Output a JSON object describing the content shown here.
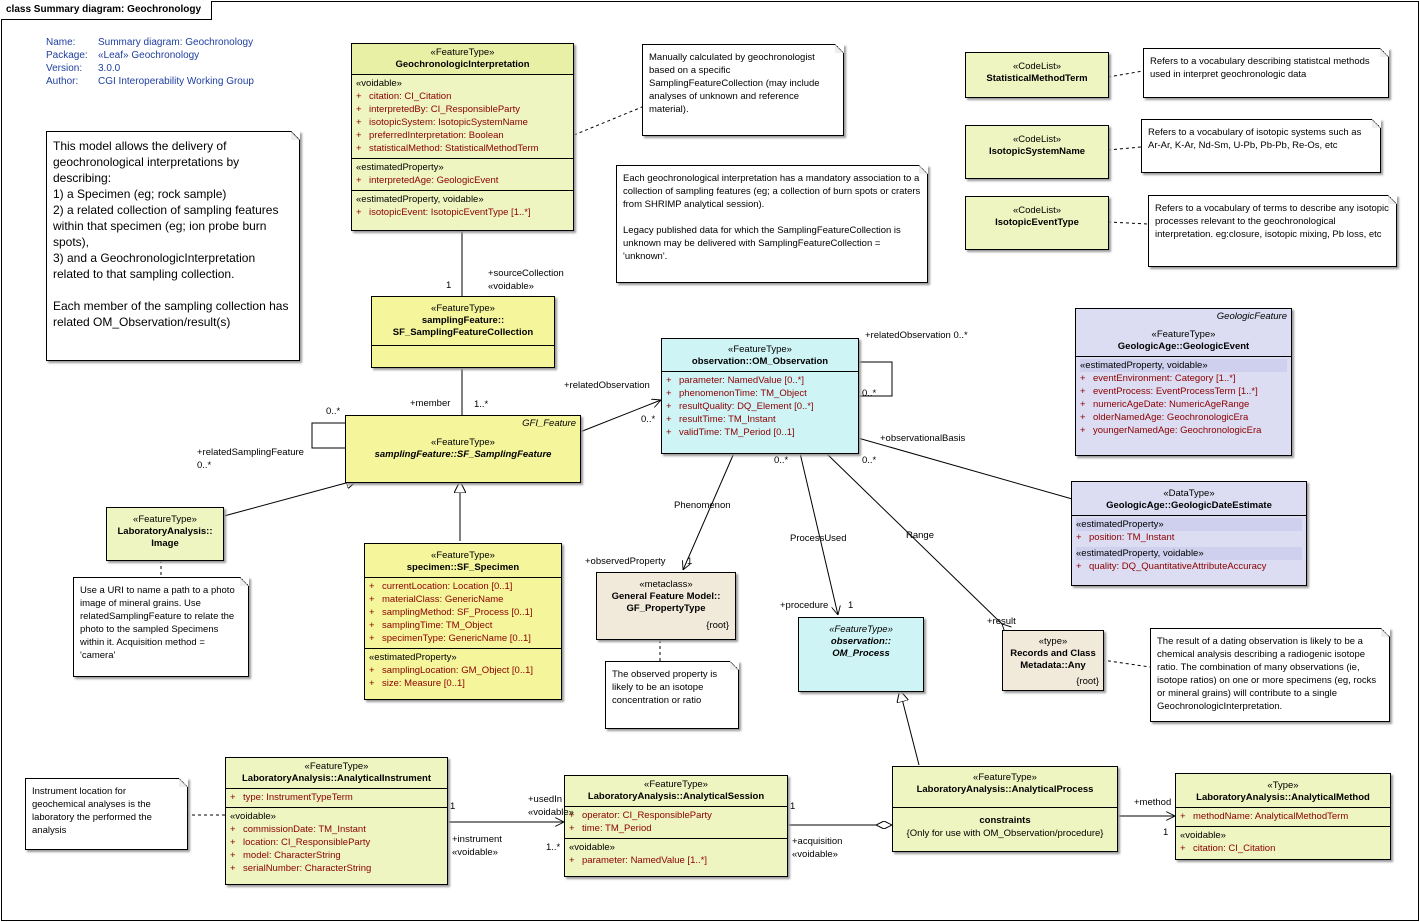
{
  "frame_title": "class Summary diagram: Geochronology",
  "header": {
    "name_k": "Name:",
    "name_v": "Summary diagram: Geochronology",
    "package_k": "Package:",
    "package_v": "«Leaf» Geochronology",
    "version_k": "Version:",
    "version_v": "3.0.0",
    "author_k": "Author:",
    "author_v": "CGI Interoperability Working Group"
  },
  "notes": {
    "model": "This model allows the delivery of geochronological interpretations by describing:\n1) a Specimen (eg; rock sample)\n2) a related collection of sampling features within that specimen (eg; ion probe burn spots),\n3) and a GeochronologicInterpretation related to that sampling collection.\n\nEach member of the sampling collection has related OM_Observation/result(s)",
    "manual": "Manually calculated by geochronologist based on a specific SamplingFeatureCollection (may include analyses of unknown and reference material).",
    "mandatory": "Each geochronological interpretation has a mandatory association to a collection of sampling features (eg; a collection of burn spots or craters from SHRIMP analytical session).\n\nLegacy published data for which the SamplingFeatureCollection is unknown may be delivered with SamplingFeatureCollection = 'unknown'.",
    "stat": "Refers to a vocabulary describing statistcal methods used in interpret geochronologic data",
    "iso_sys": "Refers to a vocabulary of isotopic systems such as Ar-Ar, K-Ar, Nd-Sm, U-Pb, Pb-Pb, Re-Os, etc",
    "iso_evt": "Refers to a vocabulary of terms to describe any isotopic processes relevant to the geochronological interpretation. eg:closure, isotopic mixing, Pb loss, etc",
    "uri": "Use a URI to name a path to a photo image of mineral grains. Use relatedSamplingFeature to relate the photo to the sampled Specimens within it. Acquisition method = 'camera'",
    "observed": "The observed property is likely to be an isotope concentration or ratio",
    "result": "The result of a dating observation is likely to be a chemical analysis describing a radiogenic isotope ratio.  The combination of many observations (ie, isotope ratios) on one or more specimens (eg, rocks or mineral grains) will contribute to a single GeochronologicInterpretation.",
    "instrument": "Instrument location for geochemical analyses is the laboratory the performed the analysis"
  },
  "classes": {
    "geoint": {
      "stereo": "«FeatureType»",
      "name": "GeochronologicInterpretation",
      "s1": "«voidable»",
      "a1": [
        "citation:  CI_Citation",
        "interpretedBy:  CI_ResponsibleParty",
        "isotopicSystem:  IsotopicSystemName",
        "preferredInterpretation:  Boolean",
        "statisticalMethod:  StatisticalMethodTerm"
      ],
      "s2": "«estimatedProperty»",
      "a2": [
        "interpretedAge:  GeologicEvent"
      ],
      "s3": "«estimatedProperty, voidable»",
      "a3": [
        "isotopicEvent:  IsotopicEventType [1..*]"
      ]
    },
    "sfcoll": {
      "stereo": "«FeatureType»",
      "name1": "samplingFeature::",
      "name2": "SF_SamplingFeatureCollection"
    },
    "sfsamp": {
      "abstract": "GFI_Feature",
      "stereo": "«FeatureType»",
      "name": "samplingFeature::SF_SamplingFeature"
    },
    "image": {
      "stereo": "«FeatureType»",
      "name1": "LaboratoryAnalysis::",
      "name2": "Image"
    },
    "specimen": {
      "stereo": "«FeatureType»",
      "name": "specimen::SF_Specimen",
      "a1": [
        "currentLocation:  Location [0..1]",
        "materialClass:  GenericName",
        "samplingMethod:  SF_Process [0..1]",
        "samplingTime:  TM_Object",
        "specimenType:  GenericName [0..1]"
      ],
      "s2": "«estimatedProperty»",
      "a2": [
        "samplingLocation:  GM_Object [0..1]",
        "size:  Measure [0..1]"
      ]
    },
    "omobs": {
      "stereo": "«FeatureType»",
      "name": "observation::OM_Observation",
      "a1": [
        "parameter:  NamedValue [0..*]",
        "phenomenonTime:  TM_Object",
        "resultQuality:  DQ_Element [0..*]",
        "resultTime:  TM_Instant",
        "validTime:  TM_Period [0..1]"
      ]
    },
    "propType": {
      "stereo": "«metaclass»",
      "name1": "General Feature Model::",
      "name2": "GF_PropertyType",
      "root": "{root}"
    },
    "omproc": {
      "stereo": "«FeatureType»",
      "name1": "observation::",
      "name2": "OM_Process"
    },
    "anyType": {
      "stereo": "«type»",
      "name1": "Records and Class",
      "name2": "Metadata::Any",
      "root": "{root}"
    },
    "statTerm": {
      "stereo": "«CodeList»",
      "name": "StatisticalMethodTerm"
    },
    "isoSys": {
      "stereo": "«CodeList»",
      "name": "IsotopicSystemName"
    },
    "isoEvt": {
      "stereo": "«CodeList»",
      "name": "IsotopicEventType"
    },
    "geoEvent": {
      "abstract": "GeologicFeature",
      "stereo": "«FeatureType»",
      "name": "GeologicAge::GeologicEvent",
      "s1": "«estimatedProperty, voidable»",
      "a1": [
        "eventEnvironment:  Category [1..*]",
        "eventProcess:  EventProcessTerm [1..*]",
        "numericAgeDate:  NumericAgeRange",
        "olderNamedAge:  GeochronologicEra",
        "youngerNamedAge:  GeochronologicEra"
      ]
    },
    "dateEst": {
      "stereo": "«DataType»",
      "name": "GeologicAge::GeologicDateEstimate",
      "s1": "«estimatedProperty»",
      "a1": [
        "position:  TM_Instant"
      ],
      "s2": "«estimatedProperty, voidable»",
      "a2": [
        "quality:  DQ_QuantitativeAttributeAccuracy"
      ]
    },
    "instr": {
      "stereo": "«FeatureType»",
      "name": "LaboratoryAnalysis::AnalyticalInstrument",
      "a0": [
        "type:  InstrumentTypeTerm"
      ],
      "s1": "«voidable»",
      "a1": [
        "commissionDate:  TM_Instant",
        "location:  CI_ResponsibleParty",
        "model:  CharacterString",
        "serialNumber:  CharacterString"
      ]
    },
    "session": {
      "stereo": "«FeatureType»",
      "name": "LaboratoryAnalysis::AnalyticalSession",
      "a0": [
        "operator:  CI_ResponsibleParty",
        "time:  TM_Period"
      ],
      "s1": "«voidable»",
      "a1": [
        "parameter:  NamedValue [1..*]"
      ]
    },
    "process": {
      "stereo": "«FeatureType»",
      "name": "LaboratoryAnalysis::AnalyticalProcess",
      "c1": "constraints",
      "c2": "{Only for use with OM_Observation/procedure}"
    },
    "method": {
      "stereo": "«Type»",
      "name": "LaboratoryAnalysis::AnalyticalMethod",
      "a0": [
        "methodName:  AnalyticalMethodTerm"
      ],
      "s1": "«voidable»",
      "a1": [
        "citation:  CI_Citation"
      ]
    }
  },
  "labels": {
    "srcColl": "+sourceCollection",
    "srcCollV": "«voidable»",
    "one_a": "1",
    "member": "+member",
    "oneStar": "1..*",
    "zeroStar_a": "0..*",
    "relSF": "+relatedSamplingFeature",
    "relSFm": "0..*",
    "relObs": "+relatedObservation",
    "relObsM": "0..*",
    "relObsSelf": "+relatedObservation 0..*",
    "relObsSelfM": "0..*",
    "obsBasis": "+observationalBasis",
    "obsBasisM": "0..*",
    "phen": "Phenomenon",
    "obsProp": "+observedProperty",
    "obsPropM": "1",
    "procUsed": "ProcessUsed",
    "procedure": "+procedure",
    "procM": "1",
    "range": "Range",
    "result": "+result",
    "obsM1": "0..*",
    "usedIn": "+usedIn",
    "usedInV": "«voidable»",
    "instrument": "+instrument",
    "instrumentV": "«voidable»",
    "instrM": "1",
    "sessM": "1..*",
    "acquisition": "+acquisition",
    "acquisitionV": "«voidable»",
    "sessM2": "1",
    "methodRole": "+method",
    "methodM": "1"
  }
}
